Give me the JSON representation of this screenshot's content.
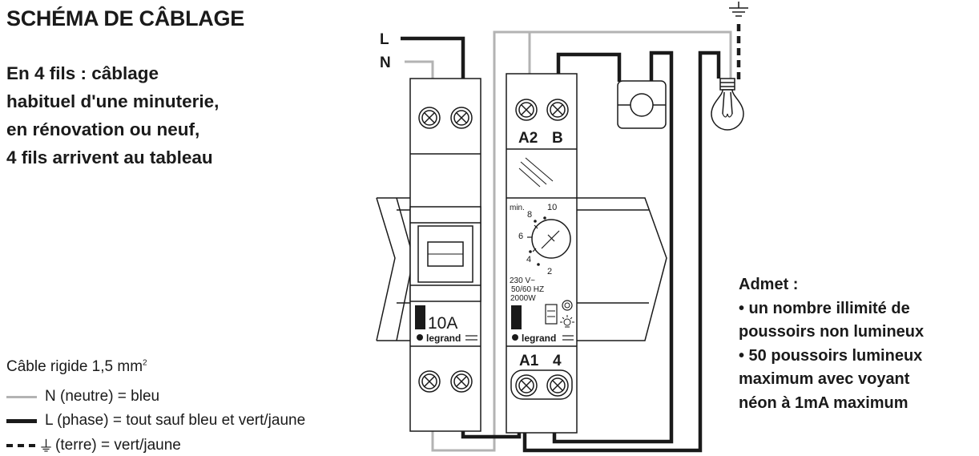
{
  "title": "SCHÉMA DE CÂBLAGE",
  "subtitle_lines": [
    "En 4 fils : câblage",
    "habituel d'une minuterie,",
    "en rénovation ou neuf,",
    "4 fils arrivent au tableau"
  ],
  "legend": {
    "cable_text": "Câble rigide 1,5 mm",
    "cable_sup": "2",
    "items": [
      {
        "label": "N (neutre) = bleu",
        "color": "#b3b3b3"
      },
      {
        "label": "L (phase) = tout sauf bleu et vert/jaune",
        "color": "#1a1a1a"
      },
      {
        "label": "(terre) = vert/jaune",
        "color": "#1a1a1a",
        "symbol": "⏚"
      }
    ]
  },
  "admet": {
    "heading": "Admet :",
    "lines": [
      "• un nombre illimité de",
      "poussoirs non lumineux",
      "• 50 poussoirs lumineux",
      "maximum avec voyant",
      "néon à 1mA maximum"
    ]
  },
  "wires": {
    "L": "L",
    "N": "N"
  },
  "breaker": {
    "rating": "10A",
    "brand": "legrand"
  },
  "timer": {
    "terminal_top_1": "A2",
    "terminal_top_2": "B",
    "terminal_bottom_1": "A1",
    "terminal_bottom_2": "4",
    "dial_unit": "min.",
    "dial_marks": [
      "2",
      "4",
      "6",
      "8",
      "10"
    ],
    "spec_lines": [
      "230 V~",
      "50/60 HZ",
      "2000W"
    ],
    "brand": "legrand"
  },
  "colors": {
    "neutral": "#b3b3b3",
    "phase": "#1a1a1a"
  }
}
